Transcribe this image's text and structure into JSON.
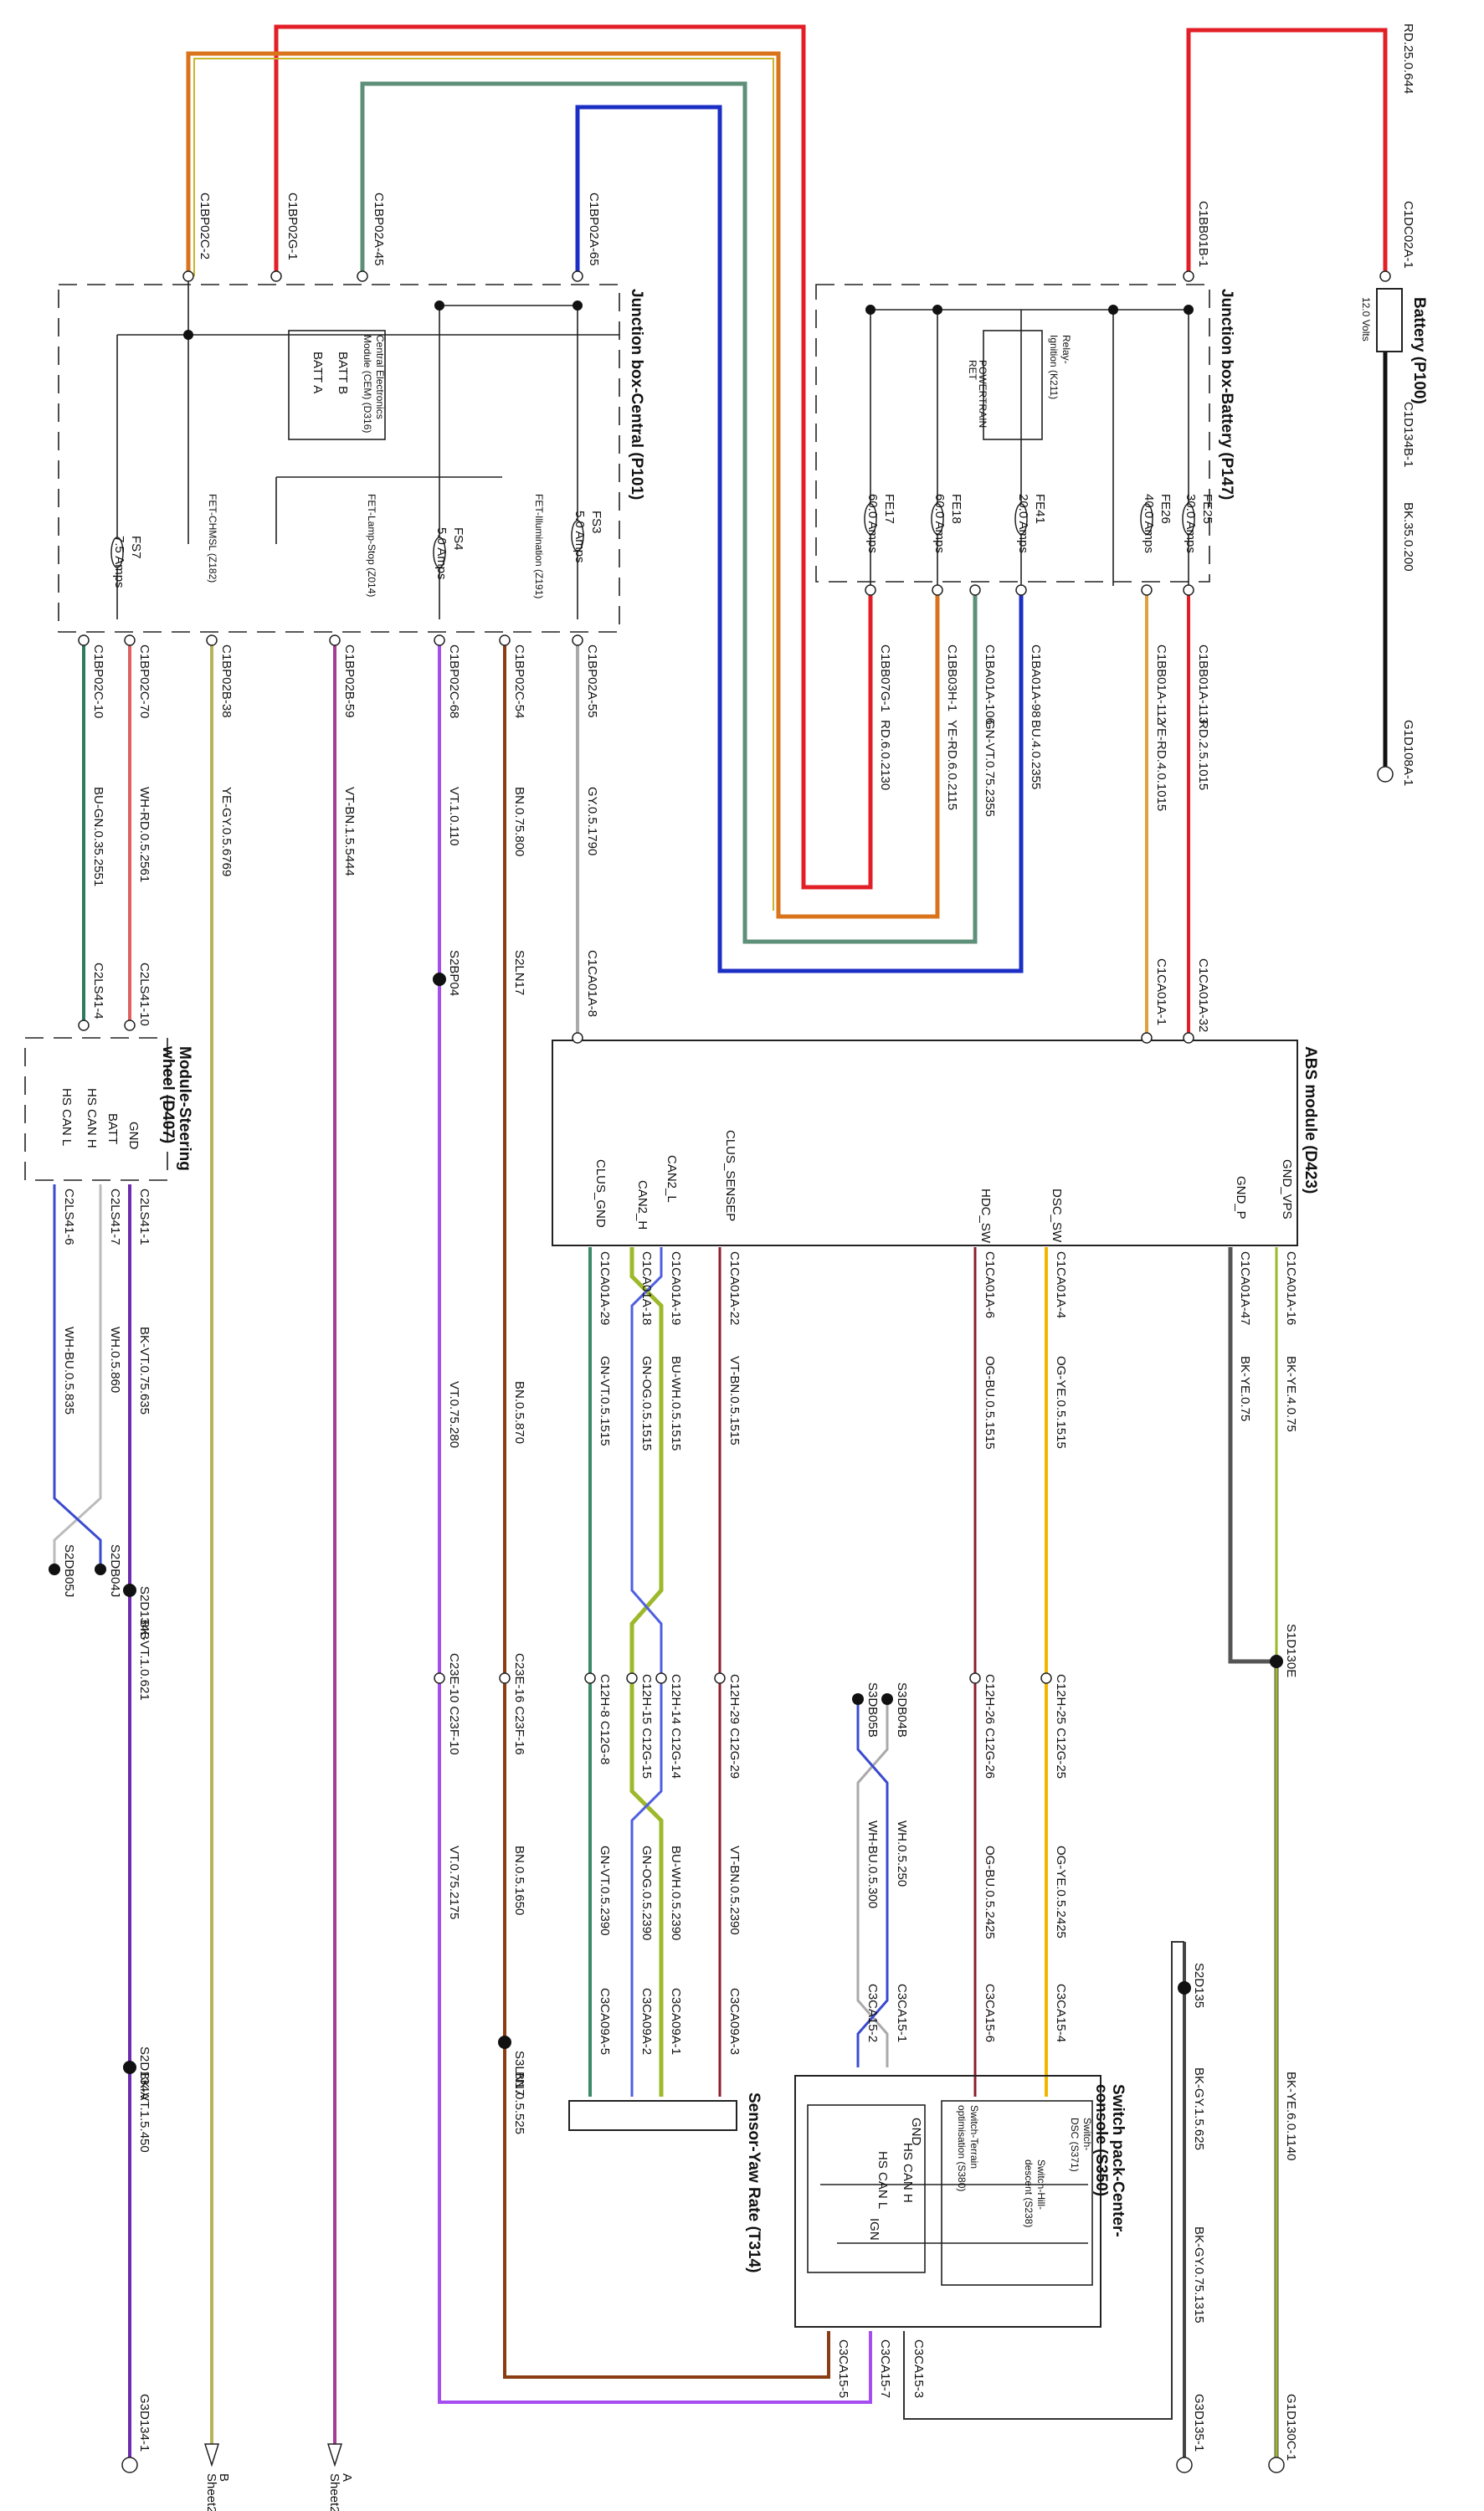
{
  "colors": {
    "red": "#e21f26",
    "orange": "#d9731c",
    "olive": "#9db82a",
    "teal": "#3b8a68",
    "blue": "#1c2fc4",
    "grey_wire": "#9aa0a6",
    "brown": "#8a3d12",
    "violet": "#8d33d8",
    "purple_dark": "#6d2bb0",
    "yellow": "#f2b600",
    "black": "#111111",
    "ye_gy": "#b7b35a",
    "dark_red": "#8c1d2c",
    "magenta": "#a43b95"
  },
  "title_block": {
    "sheet_a": "Sheet2",
    "sheet_b": "Sheet2",
    "mark_a": "A",
    "mark_b": "B"
  },
  "components": {
    "battery": {
      "title": "Battery (P100)",
      "volts": "12.0 Volts"
    },
    "jb_central": {
      "title": "Junction box-Central (P101)"
    },
    "jb_battery": {
      "title": "Junction box-Battery (P147)"
    },
    "abs": {
      "title": "ABS module (D423)"
    },
    "steering": {
      "title": "Module-Steering",
      "title2": "wheel (D407)"
    },
    "yaw": {
      "title": "Sensor-Yaw Rate (T314)"
    },
    "switch_pack": {
      "title": "Switch pack-Center-",
      "title2": "console (S350)"
    },
    "cem": {
      "line1": "Central Electronics",
      "line2": "Module (CEM) (D316)"
    },
    "relay": {
      "line1": "Relay-",
      "line2": "Ignition (K211)",
      "line3": "POWERTRAIN",
      "line4": "RET"
    }
  },
  "fuses": [
    {
      "name": "FE25",
      "rating": "30.0 Amps"
    },
    {
      "name": "FE26",
      "rating": "40.0 Amps"
    },
    {
      "name": "FE41",
      "rating": "20.0 Amps"
    },
    {
      "name": "FE18",
      "rating": "60.0 Amps"
    },
    {
      "name": "FE17",
      "rating": "60.0 Amps"
    },
    {
      "name": "FS3",
      "rating": "5.0 Amps"
    },
    {
      "name": "FS4",
      "rating": "5.0 Amps"
    },
    {
      "name": "FS7",
      "rating": "7.5 Amps"
    }
  ],
  "fets": [
    "FET-Illumination (Z191)",
    "FET-Lamp-Stop (Z014)",
    "FET-CHMSL (Z182)"
  ],
  "cem_pins": [
    "BATT B",
    "BATT A"
  ],
  "abs_pins": [
    "GND_VPS",
    "GND_P",
    "DSC_SW",
    "HDC_SW",
    "CLUS_SENSEP",
    "CAN2_L",
    "CAN2_H",
    "CLUS_GND"
  ],
  "steering_pins": [
    "GND",
    "BATT",
    "HS CAN H",
    "HS CAN L"
  ],
  "switch_pins": [
    "GND",
    "HS CAN H",
    "HS CAN L",
    "IGN"
  ],
  "switch_children": [
    "Switch-",
    "DSC (S371)",
    "Switch-Hill-",
    "descent (S238)",
    "Switch-Terrain",
    "optimisation (S380)"
  ],
  "connector_labels": {
    "top": [
      "RD.25.0.644",
      "C1DC02A-1",
      "C1BB01B-1",
      "C1D134B-1",
      "BK.35.0.200",
      "G1D108A-1",
      "C1BP02C-2",
      "C1BP02G-1",
      "C1BP02A-45",
      "C1BP02A-65"
    ],
    "jb_out": [
      "C1BP02C-10",
      "C1BP02C-70",
      "C1BP02B-38",
      "C1BP02B-59",
      "C1BP02C-68",
      "C1BP02C-54",
      "C1BP02A-55",
      "C1BB07G-1",
      "C1BB03H-1",
      "C1BA01A-106",
      "C1BA01A-98",
      "C1BB01A-112",
      "C1BB01A-113"
    ],
    "wire_codes_top": [
      "BU-GN.0.35.2551",
      "WH-RD.0.5.2561",
      "YE-GY.0.5.6769",
      "VT-BN.1.5.5444",
      "VT.1.0.110",
      "BN.0.75.800",
      "GY.0.5.1790",
      "RD.6.0.2130",
      "YE-RD.6.0.2115",
      "GN-VT.0.75.2355",
      "BU.4.0.2355",
      "YE-RD.4.0.1015",
      "RD.2.5.1015"
    ],
    "mid": [
      "C2LS41-4",
      "C2LS41-10",
      "S2BP04",
      "S2LN17",
      "C1CA01A-8",
      "C1CA01A-1",
      "C1CA01A-32",
      "C2LS41-6",
      "C2LS41-7",
      "C2LS41-1"
    ],
    "abs_out": [
      "C1CA01A-29",
      "C1CA01A-18",
      "C1CA01A-19",
      "C1CA01A-22",
      "C1CA01A-6",
      "C1CA01A-4",
      "C1CA01A-47",
      "C1CA01A-16"
    ],
    "wire_codes_mid": [
      "GN-VT.0.5.1515",
      "GN-OG.0.5.1515",
      "BU-WH.0.5.1515",
      "VT-BN.0.5.1515",
      "OG-BU.0.5.1515",
      "OG-YE.0.5.1515",
      "BK-YE.0.75",
      "BK-YE.4.0.75",
      "WH-BU.0.5.835",
      "WH.0.5.860",
      "BK-VT.0.75.635",
      "VT.0.75.280",
      "BN.0.5.870"
    ],
    "splices": [
      "S2DB05J",
      "S2DB04J",
      "S2D134B",
      "S1D130E",
      "S3DB05B",
      "S3DB04B",
      "C23E-10 C23F-10",
      "C23E-16 C23F-16",
      "S2D135",
      "S2D134A",
      "S3LN17"
    ],
    "c12": [
      "C12H-8 C12G-8",
      "C12H-15 C12G-15",
      "C12H-14 C12G-14",
      "C12H-29 C12G-29",
      "C12H-26 C12G-26",
      "C12H-25 C12G-25"
    ],
    "wire_codes_low": [
      "BK-VT.1.0.621",
      "VT.0.75.2175",
      "BN.0.5.1650",
      "GN-VT.0.5.2390",
      "GN-OG.0.5.2390",
      "BU-WH.0.5.2390",
      "VT-BN.0.5.2390",
      "WH-BU.0.5.300",
      "WH.0.5.250",
      "OG-BU.0.5.2425",
      "OG-YE.0.5.2425",
      "BK-GY.1.5.625",
      "BK-YE.6.0.1140",
      "BK-GY.0.75.1315",
      "BK-VT.1.5.450",
      "BN.0.5.525"
    ],
    "yaw_pins": [
      "C3CA09A-5",
      "C3CA09A-2",
      "C3CA09A-1",
      "C3CA09A-3"
    ],
    "switch_conn": [
      "C3CA15-2",
      "C3CA15-1",
      "C3CA15-6",
      "C3CA15-4",
      "C3CA15-5",
      "C3CA15-7",
      "C3CA15-3"
    ],
    "bottom": [
      "G3D134-1",
      "G3D135-1",
      "G1D130C-1"
    ]
  }
}
